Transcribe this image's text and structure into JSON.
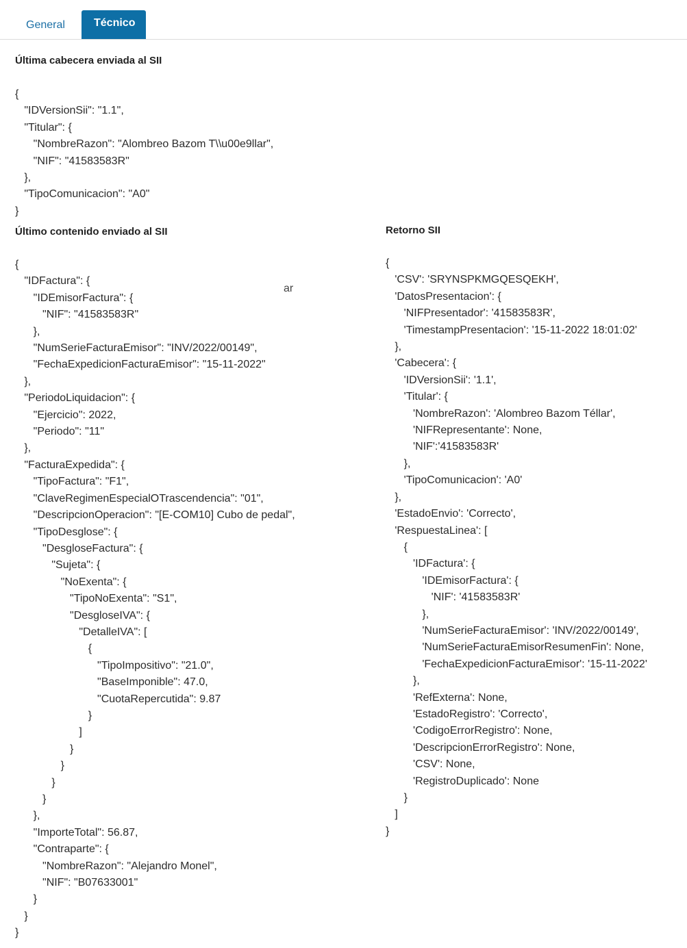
{
  "tabs": {
    "general": "General",
    "tecnico": "Técnico"
  },
  "cabecera": {
    "title": "Última cabecera enviada al SII",
    "code": "{\n   \"IDVersionSii\": \"1.1\",\n   \"Titular\": {\n      \"NombreRazon\": \"Alombreo Bazom T\\\\u00e9llar\",\n      \"NIF\": \"41583583R\"\n   },\n   \"TipoComunicacion\": \"A0\"\n}"
  },
  "contenido": {
    "title": "Último contenido enviado al SII",
    "code": "{\n   \"IDFactura\": {\n      \"IDEmisorFactura\": {\n         \"NIF\": \"41583583R\"\n      },\n      \"NumSerieFacturaEmisor\": \"INV/2022/00149\",\n      \"FechaExpedicionFacturaEmisor\": \"15-11-2022\"\n   },\n   \"PeriodoLiquidacion\": {\n      \"Ejercicio\": 2022,\n      \"Periodo\": \"11\"\n   },\n   \"FacturaExpedida\": {\n      \"TipoFactura\": \"F1\",\n      \"ClaveRegimenEspecialOTrascendencia\": \"01\",\n      \"DescripcionOperacion\": \"[E-COM10] Cubo de pedal\",\n      \"TipoDesglose\": {\n         \"DesgloseFactura\": {\n            \"Sujeta\": {\n               \"NoExenta\": {\n                  \"TipoNoExenta\": \"S1\",\n                  \"DesgloseIVA\": {\n                     \"DetalleIVA\": [\n                        {\n                           \"TipoImpositivo\": \"21.0\",\n                           \"BaseImponible\": 47.0,\n                           \"CuotaRepercutida\": 9.87\n                        }\n                     ]\n                  }\n               }\n            }\n         }\n      },\n      \"ImporteTotal\": 56.87,\n      \"Contraparte\": {\n         \"NombreRazon\": \"Alejandro Monel\",\n         \"NIF\": \"B07633001\"\n      }\n   }\n}"
  },
  "stray_text": "ar",
  "retorno": {
    "title": "Retorno SII",
    "code": "{\n   'CSV': 'SRYNSPKMGQESQEKH',\n   'DatosPresentacion': {\n      'NIFPresentador': '41583583R',\n      'TimestampPresentacion': '15-11-2022 18:01:02'\n   },\n   'Cabecera': {\n      'IDVersionSii': '1.1',\n      'Titular': {\n         'NombreRazon': 'Alombreo Bazom Téllar',\n         'NIFRepresentante': None,\n         'NIF':'41583583R'\n      },\n      'TipoComunicacion': 'A0'\n   },\n   'EstadoEnvio': 'Correcto',\n   'RespuestaLinea': [\n      {\n         'IDFactura': {\n            'IDEmisorFactura': {\n               'NIF': '41583583R'\n            },\n            'NumSerieFacturaEmisor': 'INV/2022/00149',\n            'NumSerieFacturaEmisorResumenFin': None,\n            'FechaExpedicionFacturaEmisor': '15-11-2022'\n         },\n         'RefExterna': None,\n         'EstadoRegistro': 'Correcto',\n         'CodigoErrorRegistro': None,\n         'DescripcionErrorRegistro': None,\n         'CSV': None,\n         'RegistroDuplicado': None\n      }\n   ]\n}"
  }
}
